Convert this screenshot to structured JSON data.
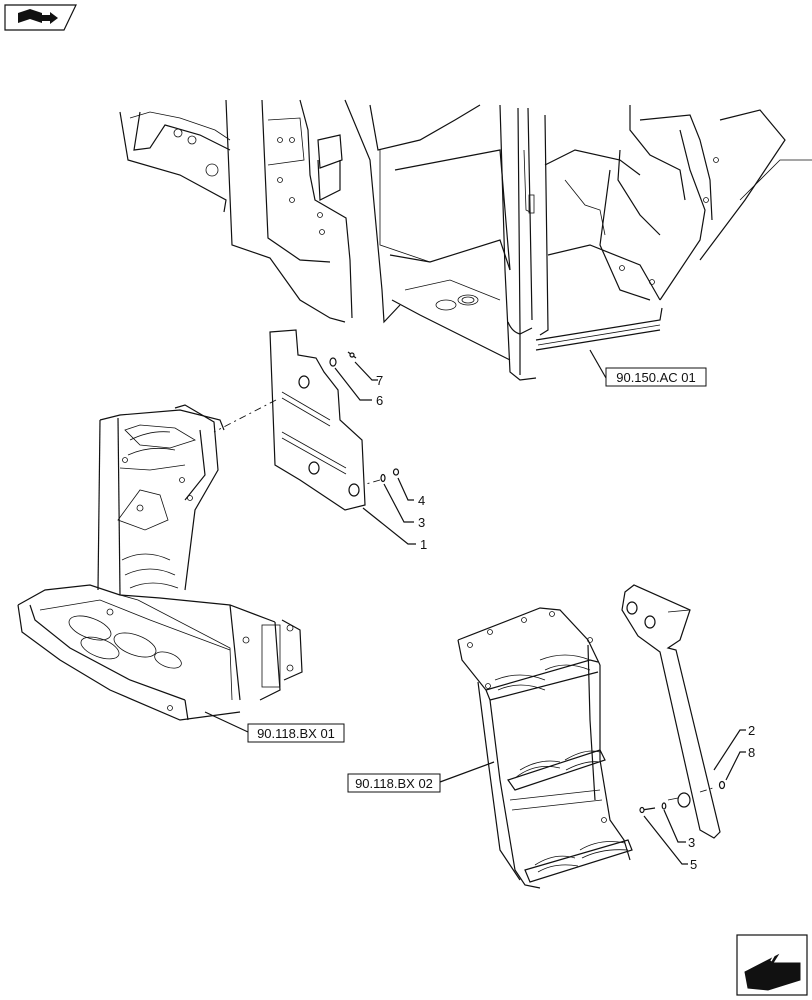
{
  "callouts": {
    "c1": "1",
    "c2": "2",
    "c3a": "3",
    "c3b": "3",
    "c4": "4",
    "c5": "5",
    "c6": "6",
    "c7": "7",
    "c8": "8"
  },
  "refs": {
    "cab": "90.150.AC 01",
    "platform": "90.118.BX 01",
    "steps": "90.118.BX 02"
  },
  "icons": {
    "top_left": "book-arrow-icon",
    "bottom_right": "next-page-arrow-icon"
  }
}
